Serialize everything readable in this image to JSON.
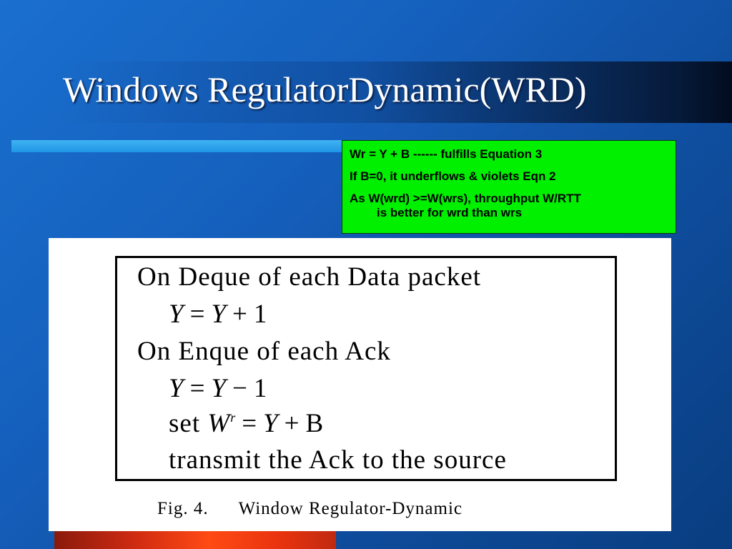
{
  "slide": {
    "title": "Windows RegulatorDynamic(WRD)",
    "colors": {
      "background": "#1565c0",
      "note_box": "#00f000",
      "cyan_bar": "#2ea4ee",
      "orange_bar": "#ff4a14"
    }
  },
  "note": {
    "line1": "Wr = Y + B ------ fulfills Equation 3",
    "line2": "If B=0, it underflows  & violets Eqn 2",
    "line3a": "As W(wrd) >=W(wrs), throughput W/RTT",
    "line3b": "is better for wrd than wrs"
  },
  "figure": {
    "line1": "On Deque of each Data packet",
    "line2": {
      "lhs": "Y",
      "eq": "=",
      "rhs_var": "Y",
      "op": "+",
      "num": "1"
    },
    "line3": "On Enque of each Ack",
    "line4": {
      "lhs": "Y",
      "eq": "=",
      "rhs_var": "Y",
      "op": "−",
      "num": "1"
    },
    "line5": {
      "prefix": "set",
      "var": "W",
      "sup": "r",
      "eq": "=",
      "rhs_var": "Y",
      "op": "+",
      "const": "B"
    },
    "line6": "transmit the Ack to the source",
    "caption_label": "Fig. 4.",
    "caption_text": "Window Regulator-Dynamic"
  }
}
